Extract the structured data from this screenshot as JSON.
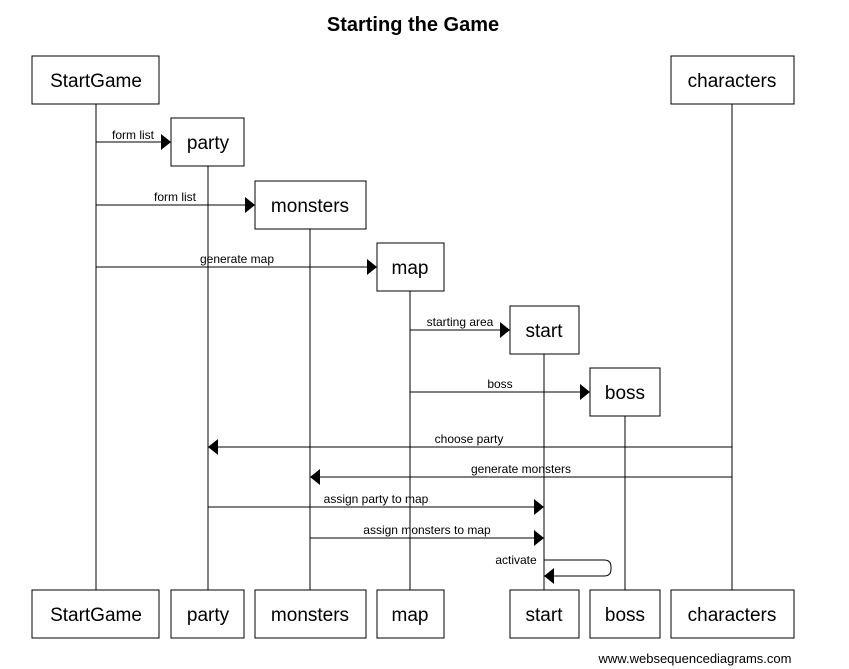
{
  "diagram": {
    "title": "Starting the Game",
    "footer": "www.websequencediagrams.com",
    "participants": [
      {
        "id": "startgame",
        "label": "StartGame"
      },
      {
        "id": "party",
        "label": "party"
      },
      {
        "id": "monsters",
        "label": "monsters"
      },
      {
        "id": "map",
        "label": "map"
      },
      {
        "id": "start",
        "label": "start"
      },
      {
        "id": "boss",
        "label": "boss"
      },
      {
        "id": "characters",
        "label": "characters"
      }
    ],
    "messages": [
      {
        "from": "startgame",
        "to": "party",
        "label": "form list",
        "creates": true
      },
      {
        "from": "startgame",
        "to": "monsters",
        "label": "form list",
        "creates": true
      },
      {
        "from": "startgame",
        "to": "map",
        "label": "generate map",
        "creates": true
      },
      {
        "from": "map",
        "to": "start",
        "label": "starting area",
        "creates": true
      },
      {
        "from": "map",
        "to": "boss",
        "label": "boss",
        "creates": true
      },
      {
        "from": "characters",
        "to": "party",
        "label": "choose party"
      },
      {
        "from": "characters",
        "to": "monsters",
        "label": "generate monsters"
      },
      {
        "from": "party",
        "to": "start",
        "label": "assign party to map"
      },
      {
        "from": "monsters",
        "to": "start",
        "label": "assign monsters to map"
      },
      {
        "from": "start",
        "to": "start",
        "label": "activate"
      }
    ]
  }
}
